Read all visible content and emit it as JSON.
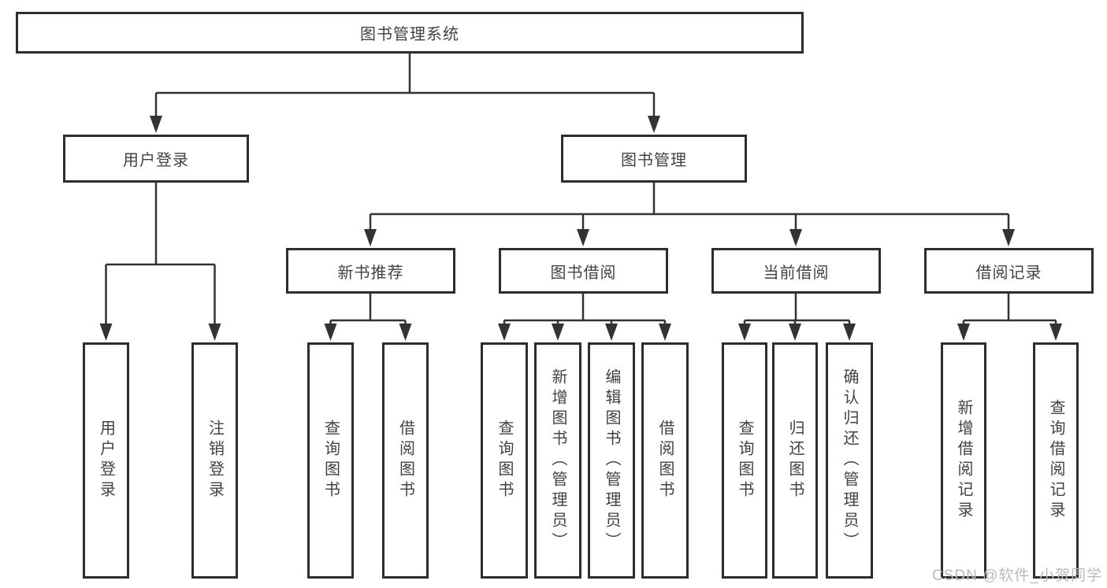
{
  "tree": {
    "root": {
      "label": "图书管理系统"
    },
    "level2": [
      {
        "label": "用户登录",
        "children": [
          {
            "label": "用户登录"
          },
          {
            "label": "注销登录"
          }
        ]
      },
      {
        "label": "图书管理",
        "children": [
          {
            "label": "新书推荐",
            "children": [
              {
                "label": "查询图书"
              },
              {
                "label": "借阅图书"
              }
            ]
          },
          {
            "label": "图书借阅",
            "children": [
              {
                "label": "查询图书"
              },
              {
                "label": "新增图书（管理员）"
              },
              {
                "label": "编辑图书（管理员）"
              },
              {
                "label": "借阅图书"
              }
            ]
          },
          {
            "label": "当前借阅",
            "children": [
              {
                "label": "查询图书"
              },
              {
                "label": "归还图书"
              },
              {
                "label": "确认归还（管理员）"
              }
            ]
          },
          {
            "label": "借阅记录",
            "children": [
              {
                "label": "新增借阅记录"
              },
              {
                "label": "查询借阅记录"
              }
            ]
          }
        ]
      }
    ]
  },
  "watermark": {
    "text": "CSDN @软件_小贺同学"
  },
  "colors": {
    "line": "#333333",
    "box_border": "#2d2d2d",
    "text": "#424242",
    "watermark": "#b7bbc1",
    "background": "#ffffff"
  }
}
